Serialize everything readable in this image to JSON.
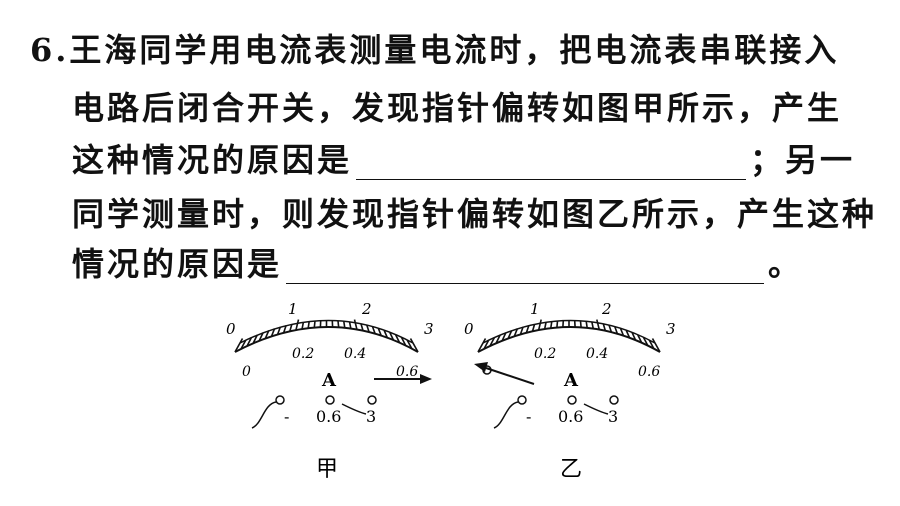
{
  "question": {
    "number": "6.",
    "line1": "王海同学用电流表测量电流时，把电流表串联接入",
    "line2": "电路后闭合开关，发现指针偏转如图甲所示，产生",
    "line3_pre": "这种情况的原因是",
    "line3_post": "；另一",
    "line4": "同学测量时，则发现指针偏转如图乙所示，产生这种",
    "line5_pre": "情况的原因是",
    "line5_post": "。"
  },
  "figures": {
    "meter_jia": {
      "caption": "甲",
      "unit": "A",
      "top_labels": [
        "0",
        "1",
        "2",
        "3"
      ],
      "bottom_labels": [
        "0",
        "0.2",
        "0.4",
        "0.6"
      ],
      "terminals": [
        "-",
        "0.6",
        "3"
      ],
      "pointer": "deflects past the maximum on the right"
    },
    "meter_yi": {
      "caption": "乙",
      "unit": "A",
      "top_labels": [
        "0",
        "1",
        "2",
        "3"
      ],
      "bottom_labels": [
        "0.2",
        "0.4",
        "0.6"
      ],
      "terminals": [
        "-",
        "0.6",
        "3"
      ],
      "pointer": "deflects to the left of zero"
    }
  }
}
